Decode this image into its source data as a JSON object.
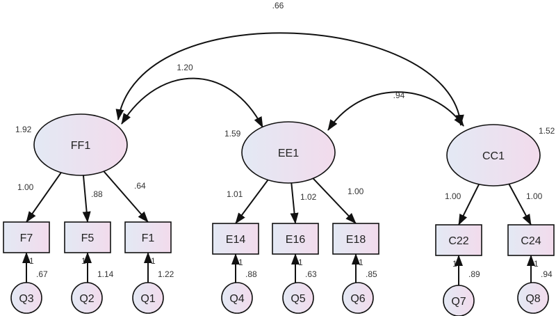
{
  "latents": [
    {
      "id": "FF1",
      "variance": "1.92"
    },
    {
      "id": "EE1",
      "variance": "1.59"
    },
    {
      "id": "CC1",
      "variance": "1.52"
    }
  ],
  "indicators": [
    {
      "id": "F7",
      "factor": "FF1",
      "loading": "1.00",
      "error": "Q3",
      "error_weight": "1",
      "error_variance": ".67"
    },
    {
      "id": "F5",
      "factor": "FF1",
      "loading": ".88",
      "error": "Q2",
      "error_weight": "1",
      "error_variance": "1.14"
    },
    {
      "id": "F1",
      "factor": "FF1",
      "loading": ".64",
      "error": "Q1",
      "error_weight": "1",
      "error_variance": "1.22"
    },
    {
      "id": "E14",
      "factor": "EE1",
      "loading": "1.01",
      "error": "Q4",
      "error_weight": "1",
      "error_variance": ".88"
    },
    {
      "id": "E16",
      "factor": "EE1",
      "loading": "1.02",
      "error": "Q5",
      "error_weight": "1",
      "error_variance": ".63"
    },
    {
      "id": "E18",
      "factor": "EE1",
      "loading": "1.00",
      "error": "Q6",
      "error_weight": "1",
      "error_variance": ".85"
    },
    {
      "id": "C22",
      "factor": "CC1",
      "loading": "1.00",
      "error": "Q7",
      "error_weight": "1",
      "error_variance": ".89"
    },
    {
      "id": "C24",
      "factor": "CC1",
      "loading": "1.00",
      "error": "Q8",
      "error_weight": "1",
      "error_variance": ".94"
    }
  ],
  "covariances": [
    {
      "from": "FF1",
      "to": "CC1",
      "value": ".66"
    },
    {
      "from": "FF1",
      "to": "EE1",
      "value": "1.20"
    },
    {
      "from": "EE1",
      "to": "CC1",
      "value": ".94"
    }
  ],
  "colors": {
    "fill_start": "#e3e9f4",
    "fill_end": "#f2dbec",
    "stroke": "#111111"
  }
}
